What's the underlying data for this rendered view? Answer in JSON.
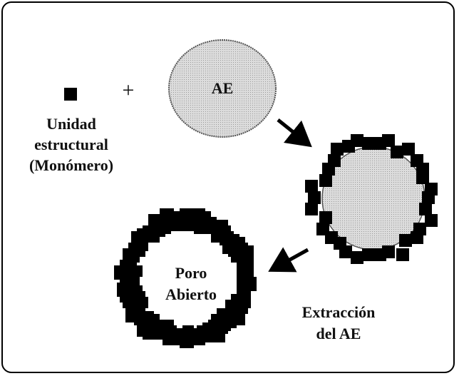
{
  "diagram": {
    "monomer_label_line1": "Unidad",
    "monomer_label_line2": "estructural",
    "monomer_label_line3": "(Monómero)",
    "plus_sign": "+",
    "template_label": "AE",
    "pore_label_line1": "Poro",
    "pore_label_line2": "Abierto",
    "extraction_label_line1": "Extracción",
    "extraction_label_line2": "del AE"
  },
  "colors": {
    "ink": "#000000",
    "template_fill": "#d4d4d4",
    "frame": "#000000"
  }
}
